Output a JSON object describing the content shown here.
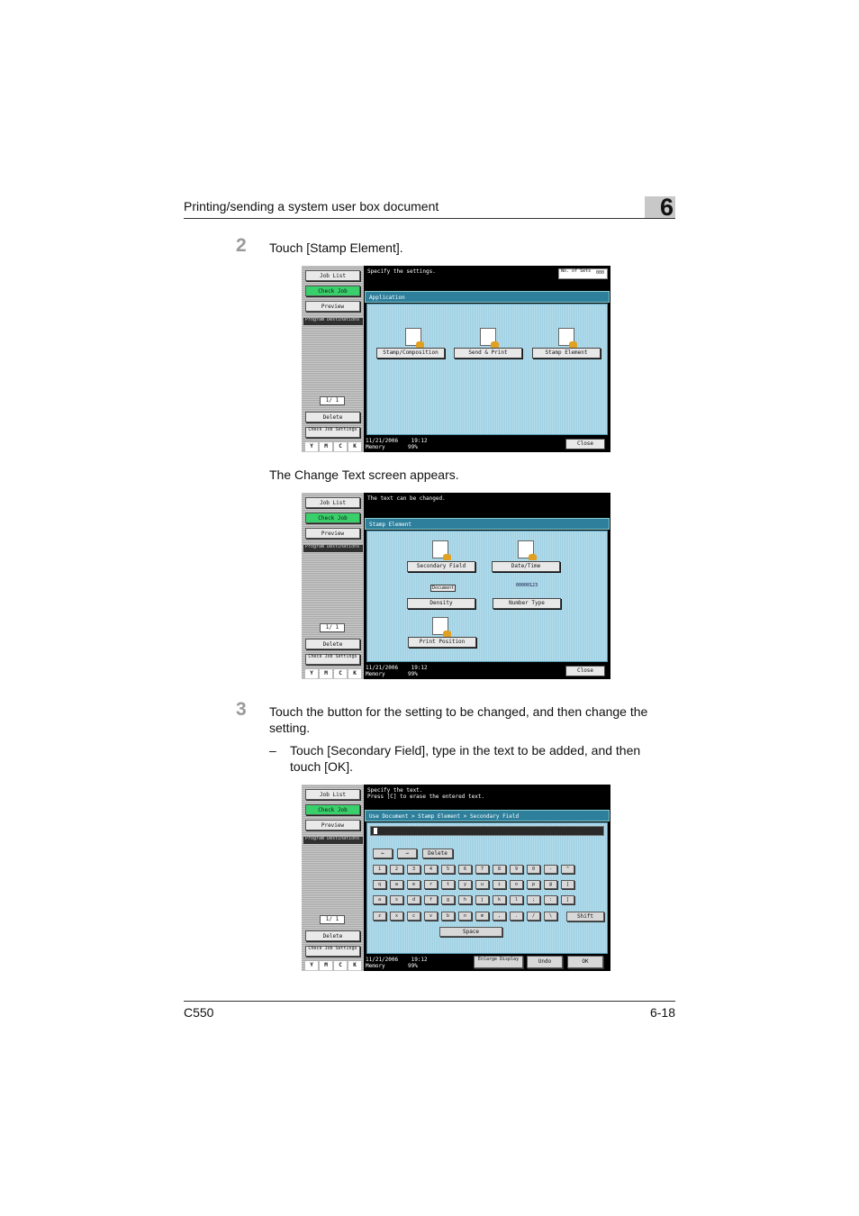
{
  "header": {
    "title": "Printing/sending a system user box document",
    "chapter": "6"
  },
  "steps": [
    {
      "number": "2",
      "text": "Touch [Stamp Element]."
    },
    {
      "number": "3",
      "text": "Touch the button for the setting to be changed, and then change the setting."
    }
  ],
  "notes": {
    "change_text": "The Change Text screen appears.",
    "bullet_dash": "–",
    "bullet": "Touch [Secondary Field], type in the text to be added, and then touch [OK]."
  },
  "footer": {
    "model": "C550",
    "page": "6-18"
  },
  "panel_common": {
    "job_list": "Job List",
    "check_job": "Check Job",
    "preview": "Preview",
    "program_dest": "Program Destinations",
    "page_counter": "1/ 1",
    "delete": "Delete",
    "check_job_settings": "Check Job Settings",
    "toner": [
      "Y",
      "M",
      "C",
      "K"
    ],
    "date": "11/21/2006",
    "time": "19:12",
    "memory": "Memory",
    "memory_val": "99%",
    "close": "Close"
  },
  "panel1": {
    "message": "Specify the settings.",
    "counter_label": "No. of Sets",
    "counter_value": "000",
    "tab": "Application",
    "buttons": [
      "Stamp/Composition",
      "Send & Print",
      "Stamp Element"
    ]
  },
  "panel2": {
    "message": "The text can be changed.",
    "tab": "Stamp Element",
    "buttons": [
      "Secondary Field",
      "Date/Time",
      "Density",
      "Number Type",
      "Print Position"
    ],
    "density_sample": "Document",
    "number_sample": "00000123"
  },
  "panel3": {
    "message_line1": "Specify the text.",
    "message_line2": "Press [C] to erase the entered text.",
    "tab": "Use Document > Stamp Element > Secondary Field",
    "arrow_left": "←",
    "arrow_right": "→",
    "delete_key": "Delete",
    "row1": [
      "1",
      "2",
      "3",
      "4",
      "5",
      "6",
      "7",
      "8",
      "9",
      "0",
      "-",
      "^"
    ],
    "row2": [
      "q",
      "w",
      "e",
      "r",
      "t",
      "y",
      "u",
      "i",
      "o",
      "p",
      "@",
      "["
    ],
    "row3": [
      "a",
      "s",
      "d",
      "f",
      "g",
      "h",
      "j",
      "k",
      "l",
      ";",
      ":",
      "]"
    ],
    "row4": [
      "z",
      "x",
      "c",
      "v",
      "b",
      "n",
      "m",
      ",",
      ".",
      "/",
      "\\"
    ],
    "shift": "Shift",
    "space": "Space",
    "enlarge": "Enlarge Display",
    "undo": "Undo",
    "ok": "OK"
  }
}
